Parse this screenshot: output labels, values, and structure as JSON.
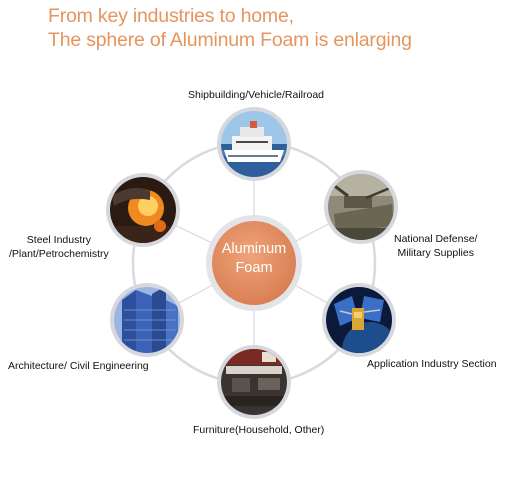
{
  "headline": {
    "line1": "From key industries to home,",
    "line2": "The sphere of Aluminum Foam is enlarging"
  },
  "center": {
    "line1": "Aluminum",
    "line2": "Foam"
  },
  "nodes": [
    {
      "label": "Shipbuilding/Vehicle/Railroad",
      "image": "ship-photo"
    },
    {
      "label_line1": "National Defense/",
      "label_line2": "Military Supplies",
      "image": "military-vehicle-photo"
    },
    {
      "label": "Application Industry Section",
      "image": "satellite-photo"
    },
    {
      "label": "Furniture(Household, Other)",
      "image": "furniture-interior-photo"
    },
    {
      "label": "Architecture/ Civil Engineering",
      "image": "building-photo"
    },
    {
      "label_line1": "Steel Industry",
      "label_line2": "/Plant/Petrochemistry",
      "image": "steel-furnace-photo"
    }
  ],
  "colors": {
    "headline": "#e6955e",
    "center_fill": "#e08a5e",
    "ring": "#d9d9de",
    "node_ring": "#c9cbd2"
  }
}
